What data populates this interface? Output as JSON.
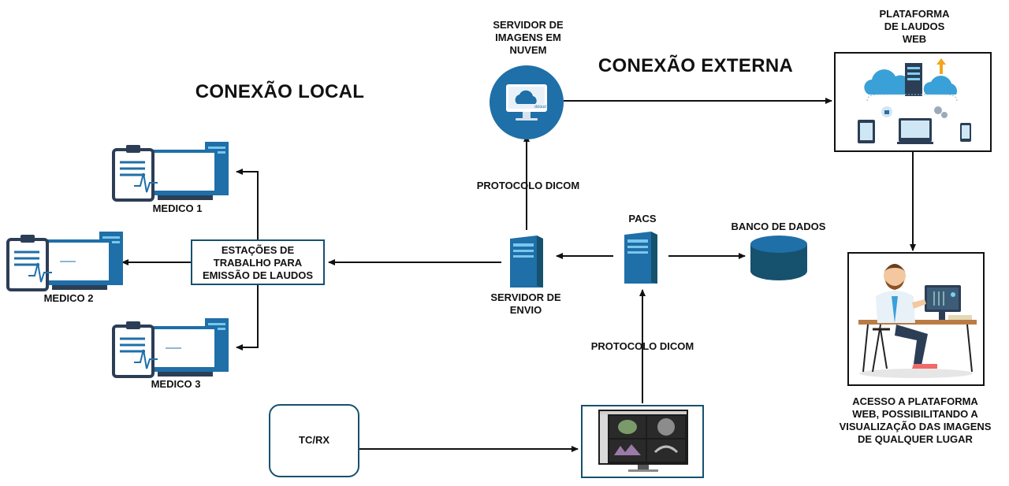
{
  "headings": {
    "local": "CONEXÃO LOCAL",
    "external": "CONEXÃO EXTERNA"
  },
  "nodes": {
    "cloud_server": "SERVIDOR DE\nIMAGENS EM\nNUVEM",
    "web_platform": "PLATAFORMA\nDE LAUDOS\nWEB",
    "workstations": "ESTAÇÕES DE\nTRABALHO PARA\nEMISSÃO DE LAUDOS",
    "sending_server": "SERVIDOR DE\nENVIO",
    "pacs": "PACS",
    "database": "BANCO DE DADOS",
    "modality": "TC/RX",
    "doctor_1": "MEDICO 1",
    "doctor_2": "MEDICO 2",
    "doctor_3": "MEDICO 3",
    "access_description": "ACESSO A PLATAFORMA\nWEB, POSSIBILITANDO A\nVISUALIZAÇÃO DAS IMAGENS\nDE QUALQUER LUGAR"
  },
  "edge_labels": {
    "dicom_to_cloud": "PROTOCOLO DICOM",
    "dicom_to_pacs": "PROTOCOLO DICOM"
  },
  "icon_text": {
    "cloud_logo": "dcloud"
  },
  "colors": {
    "primary_blue": "#1f6fa8",
    "dark_teal": "#16516e",
    "line": "#111111"
  }
}
